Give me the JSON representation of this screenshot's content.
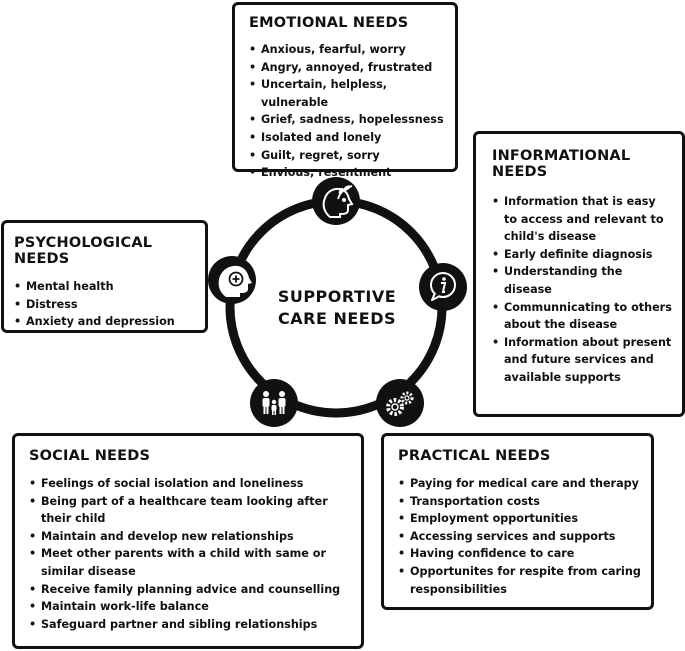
{
  "center": {
    "line1": "SUPPORTIVE",
    "line2": "CARE NEEDS"
  },
  "emotional": {
    "title": "EMOTIONAL NEEDS",
    "items": [
      "Anxious, fearful, worry",
      "Angry, annoyed, frustrated",
      "Uncertain, helpless, vulnerable",
      "Grief, sadness, hopelessness",
      "Isolated and lonely",
      "Guilt, regret, sorry",
      "Envious, resentment"
    ]
  },
  "informational": {
    "title": "INFORMATIONAL NEEDS",
    "items": [
      "Information that is easy to access and relevant to child's disease",
      "Early definite diagnosis",
      "Understanding the disease",
      "Communnicating to others about the disease",
      "Information about present and future services and available supports"
    ]
  },
  "psychological": {
    "title": "PSYCHOLOGICAL NEEDS",
    "items": [
      "Mental health",
      "Distress",
      "Anxiety and depression"
    ]
  },
  "social": {
    "title": "SOCIAL NEEDS",
    "items": [
      "Feelings of social isolation and loneliness",
      "Being part of a healthcare team looking after their child",
      "Maintain and develop new relationships",
      "Meet other parents with a child with same or similar disease",
      "Receive family planning advice and counselling",
      "Maintain work-life balance",
      "Safeguard partner and sibling relationships"
    ]
  },
  "practical": {
    "title": "PRACTICAL NEEDS",
    "items": [
      "Paying for medical care and therapy",
      "Transportation costs",
      "Employment opportunities",
      "Accessing services and supports",
      "Having confidence to care",
      "Opportunites for respite from caring responsibilities"
    ]
  },
  "icons": {
    "emotional": "head-with-leaves-icon",
    "informational": "info-speech-bubble-icon",
    "practical": "gears-icon",
    "social": "people-group-icon",
    "psychological": "head-with-plus-icon"
  }
}
